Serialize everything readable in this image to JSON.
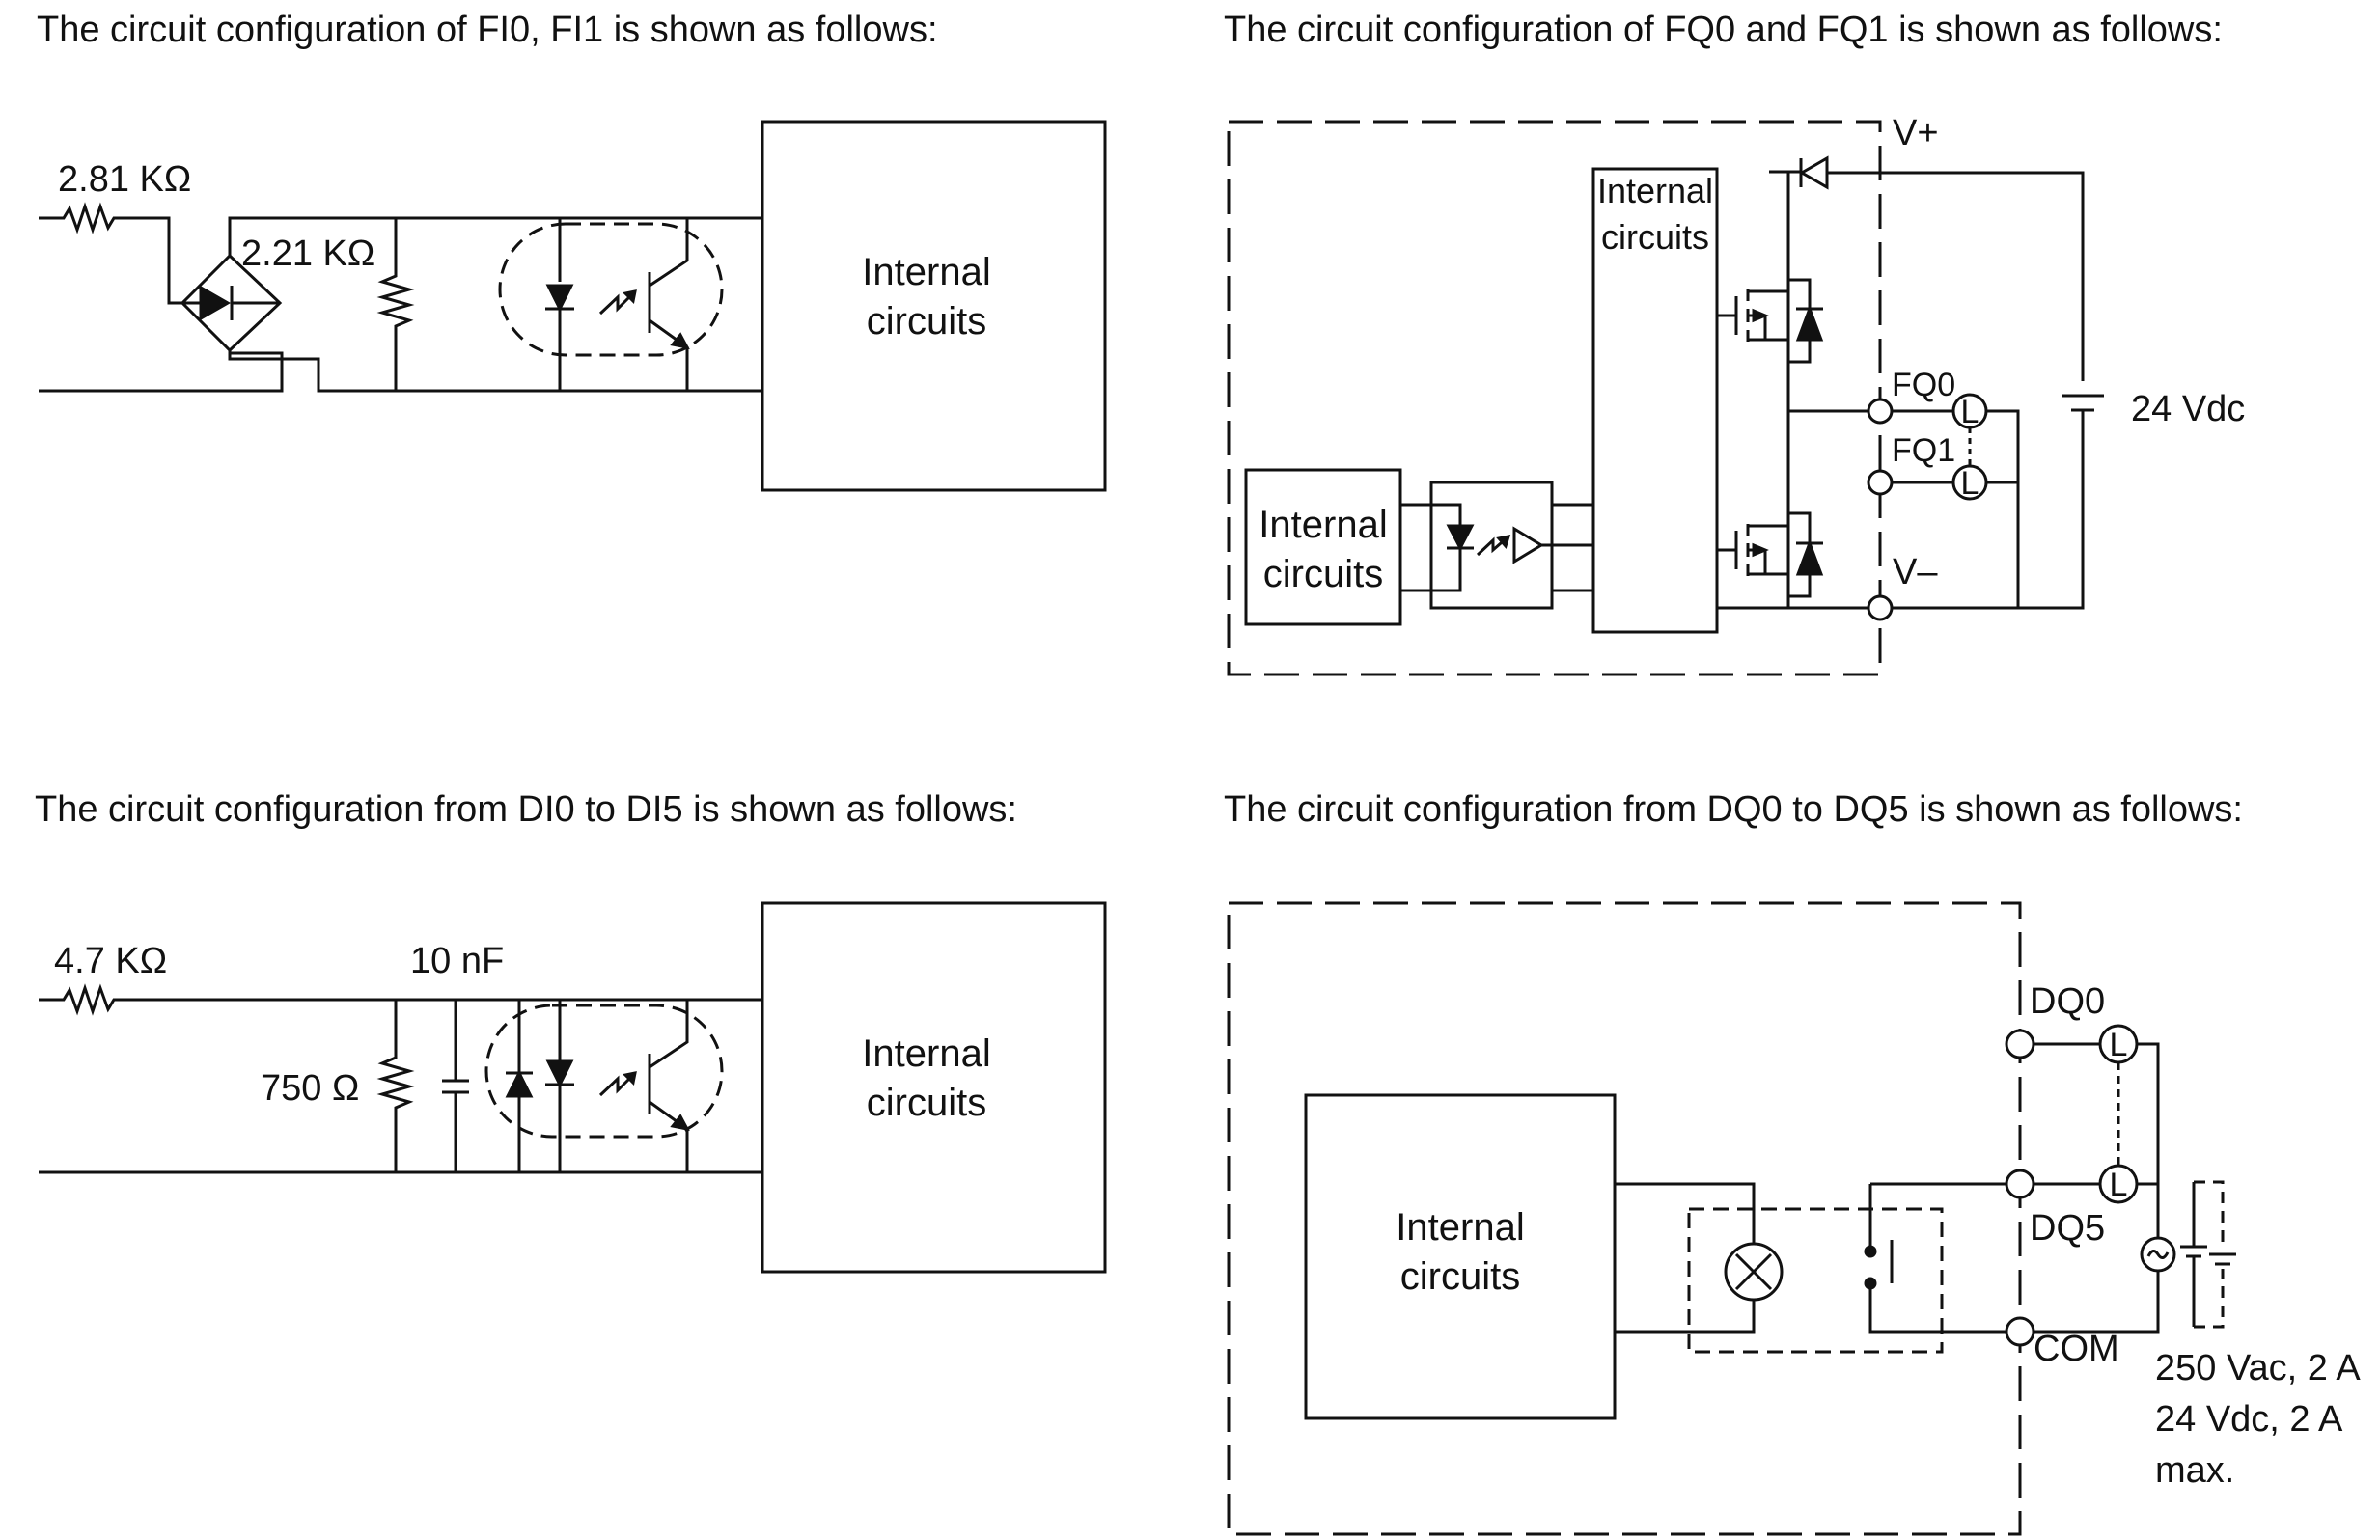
{
  "diagrams": {
    "fi": {
      "heading": "The circuit configuration of FI0, FI1 is shown as follows:",
      "resistor1": "2.81 KΩ",
      "resistor2": "2.21 KΩ",
      "block": [
        "Internal",
        "circuits"
      ]
    },
    "fq": {
      "heading": "The circuit configuration of FQ0 and FQ1 is shown as follows:",
      "vplus": "V+",
      "vminus": "V–",
      "fq0": "FQ0",
      "fq1": "FQ1",
      "supply": "24 Vdc",
      "block_left": [
        "Internal",
        "circuits"
      ],
      "block_right": [
        "Internal",
        "circuits"
      ],
      "load": "L"
    },
    "di": {
      "heading": "The circuit configuration from DI0 to DI5 is shown as follows:",
      "resistor1": "4.7 KΩ",
      "capacitor": "10 nF",
      "resistor2": "750 Ω",
      "block": [
        "Internal",
        "circuits"
      ]
    },
    "dq": {
      "heading": "The circuit configuration from DQ0 to DQ5 is shown as follows:",
      "dq0": "DQ0",
      "dq5": "DQ5",
      "com": "COM",
      "rating": [
        "250 Vac, 2 A",
        "24 Vdc, 2 A",
        "max."
      ],
      "block": [
        "Internal",
        "circuits"
      ],
      "load": "L"
    }
  },
  "colors": {
    "line": "#111111",
    "background": "#ffffff"
  }
}
